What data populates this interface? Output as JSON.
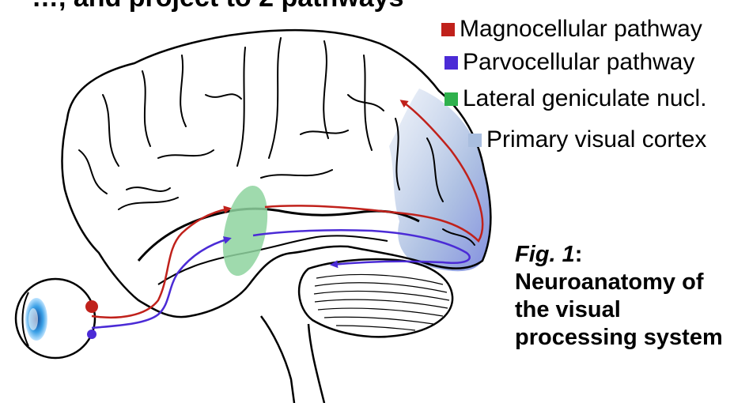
{
  "header": {
    "partial_text": "…, and project to 2 pathways"
  },
  "legend": {
    "items": [
      {
        "label": "Magnocellular pathway",
        "color": "#c0211b"
      },
      {
        "label": "Parvocellular pathway",
        "color": "#4b2bd6"
      },
      {
        "label": "Lateral geniculate nucl.",
        "color": "#2fb14d"
      },
      {
        "label": "Primary visual cortex",
        "color": "#a9bedf"
      }
    ]
  },
  "caption": {
    "fig_label": "Fig. 1",
    "colon": ":",
    "lines": [
      "Neuroanatomy of",
      "the visual",
      "processing system"
    ]
  },
  "icons": {
    "brain": "brain-outline-icon",
    "eye": "eye-icon",
    "cerebellum": "cerebellum-icon"
  },
  "colors": {
    "magno": "#c0211b",
    "parvo": "#4b2bd6",
    "lgn": "#8ed39f",
    "v1": "#a9bedf"
  }
}
